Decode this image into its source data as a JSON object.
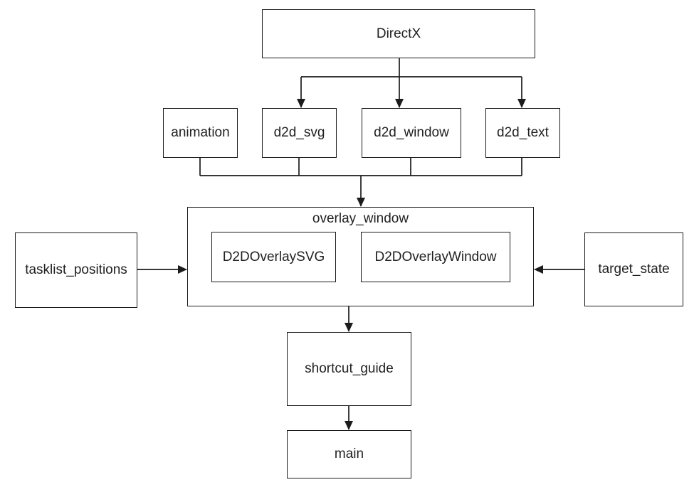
{
  "diagram": {
    "background_color": "#ffffff",
    "stroke_color": "#1c1c1c",
    "text_color": "#1f1f1f",
    "nodes": {
      "directx": {
        "label": "DirectX"
      },
      "animation": {
        "label": "animation"
      },
      "d2d_svg": {
        "label": "d2d_svg"
      },
      "d2d_window": {
        "label": "d2d_window"
      },
      "d2d_text": {
        "label": "d2d_text"
      },
      "overlay_window": {
        "label": "overlay_window"
      },
      "d2d_overlay_svg": {
        "label": "D2DOverlaySVG"
      },
      "d2d_overlay_window": {
        "label": "D2DOverlayWindow"
      },
      "tasklist_positions": {
        "label": "tasklist_positions"
      },
      "target_state": {
        "label": "target_state"
      },
      "shortcut_guide": {
        "label": "shortcut_guide"
      },
      "main": {
        "label": "main"
      }
    },
    "edges": [
      {
        "from": "DirectX",
        "to": "d2d_svg"
      },
      {
        "from": "DirectX",
        "to": "d2d_window"
      },
      {
        "from": "DirectX",
        "to": "d2d_text"
      },
      {
        "from": "animation",
        "to": "overlay_window"
      },
      {
        "from": "d2d_svg",
        "to": "overlay_window"
      },
      {
        "from": "d2d_window",
        "to": "overlay_window"
      },
      {
        "from": "d2d_text",
        "to": "overlay_window"
      },
      {
        "from": "tasklist_positions",
        "to": "overlay_window"
      },
      {
        "from": "target_state",
        "to": "overlay_window"
      },
      {
        "from": "overlay_window",
        "to": "shortcut_guide"
      },
      {
        "from": "shortcut_guide",
        "to": "main"
      }
    ]
  }
}
